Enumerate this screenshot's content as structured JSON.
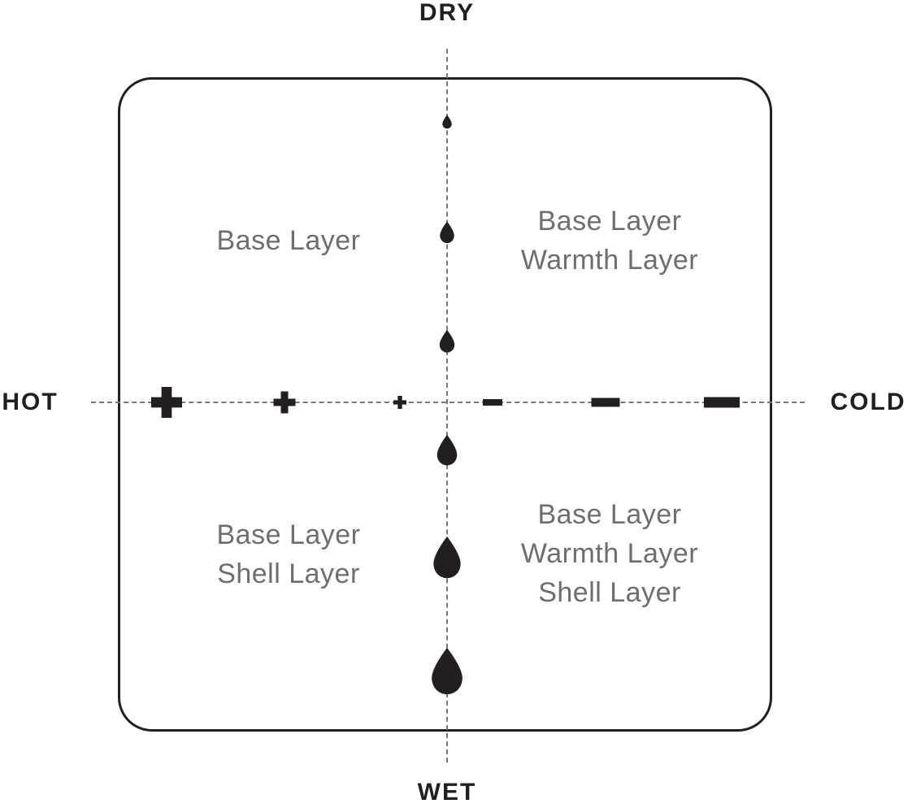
{
  "diagram": {
    "type": "quadrant-diagram",
    "subject": "Clothing layering by temperature and moisture"
  },
  "axes": {
    "top": "DRY",
    "bottom": "WET",
    "left": "HOT",
    "right": "COLD"
  },
  "quadrants": {
    "top_left": {
      "lines": [
        "Base Layer"
      ]
    },
    "top_right": {
      "lines": [
        "Base Layer",
        "Warmth Layer"
      ]
    },
    "bottom_left": {
      "lines": [
        "Base Layer",
        "Shell Layer"
      ]
    },
    "bottom_right": {
      "lines": [
        "Base Layer",
        "Warmth Layer",
        "Shell Layer"
      ]
    }
  },
  "markers": {
    "moisture": {
      "icon": "water-drop-icon",
      "count": 6
    },
    "hot_side": {
      "icon": "plus-icon",
      "count": 3
    },
    "cold_side": {
      "icon": "minus-icon",
      "count": 3
    }
  },
  "colors": {
    "ink": "#231f20",
    "quadrant_text": "#6d6e71",
    "dashed_line": "#77787b",
    "background": "#ffffff"
  }
}
